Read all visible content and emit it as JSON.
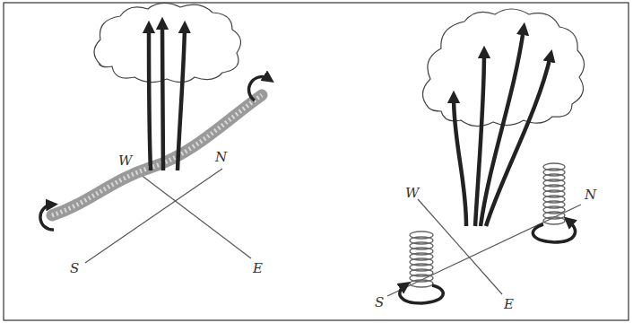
{
  "diagram": {
    "labels": [
      "W",
      "N",
      "S",
      "E",
      "W",
      "N",
      "S",
      "E"
    ]
  }
}
